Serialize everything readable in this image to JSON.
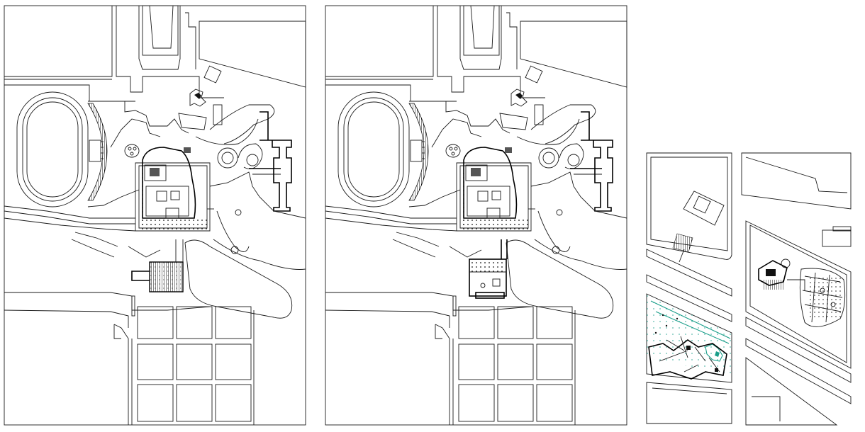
{
  "drawing": {
    "panels": [
      {
        "id": "plan-1",
        "label": ""
      },
      {
        "id": "plan-2",
        "label": ""
      },
      {
        "id": "plan-3",
        "label": ""
      }
    ]
  },
  "colors": {
    "linework": "#1a1a1a",
    "accent": "#1a9e8a",
    "background": "#ffffff"
  }
}
